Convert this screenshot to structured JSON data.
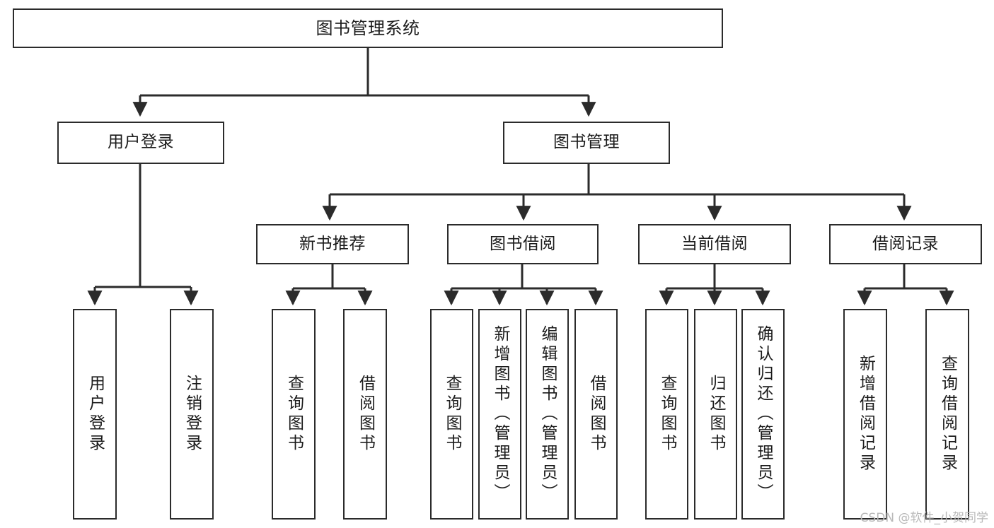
{
  "diagram": {
    "title": "图书管理系统",
    "type": "tree",
    "orientation": "top-down",
    "colors": {
      "box_border": "#2b2b2b",
      "box_fill": "#ffffff",
      "edge": "#2b2b2b",
      "text": "#1b1b1b",
      "watermark": "#b9b9b9"
    },
    "nodes": {
      "root": {
        "label": "图书管理系统",
        "level": 1
      },
      "level2": [
        {
          "id": "user-login",
          "label": "用户登录"
        },
        {
          "id": "book-manage",
          "label": "图书管理"
        }
      ],
      "level3": [
        {
          "id": "new-book-recommend",
          "label": "新书推荐",
          "parent": "book-manage"
        },
        {
          "id": "book-borrow",
          "label": "图书借阅",
          "parent": "book-manage"
        },
        {
          "id": "current-borrow",
          "label": "当前借阅",
          "parent": "book-manage"
        },
        {
          "id": "borrow-record",
          "label": "借阅记录",
          "parent": "book-manage"
        }
      ],
      "leaves": {
        "user-login": [
          {
            "id": "leaf-user-login",
            "label": "用户登录"
          },
          {
            "id": "leaf-logout-login",
            "label": "注销登录"
          }
        ],
        "new-book-recommend": [
          {
            "id": "leaf-query-book-1",
            "label": "查询图书"
          },
          {
            "id": "leaf-borrow-book-1",
            "label": "借阅图书"
          }
        ],
        "book-borrow": [
          {
            "id": "leaf-query-book-2",
            "label": "查询图书"
          },
          {
            "id": "leaf-add-book",
            "label": "新增图书（管理员）"
          },
          {
            "id": "leaf-edit-book",
            "label": "编辑图书（管理员）"
          },
          {
            "id": "leaf-borrow-book-2",
            "label": "借阅图书"
          }
        ],
        "current-borrow": [
          {
            "id": "leaf-query-book-3",
            "label": "查询图书"
          },
          {
            "id": "leaf-return-book",
            "label": "归还图书"
          },
          {
            "id": "leaf-confirm-return",
            "label": "确认归还（管理员）"
          }
        ],
        "borrow-record": [
          {
            "id": "leaf-add-record",
            "label": "新增借阅记录"
          },
          {
            "id": "leaf-query-record",
            "label": "查询借阅记录"
          }
        ]
      }
    }
  },
  "watermark": {
    "text": "CSDN @软件_小贺同学"
  }
}
